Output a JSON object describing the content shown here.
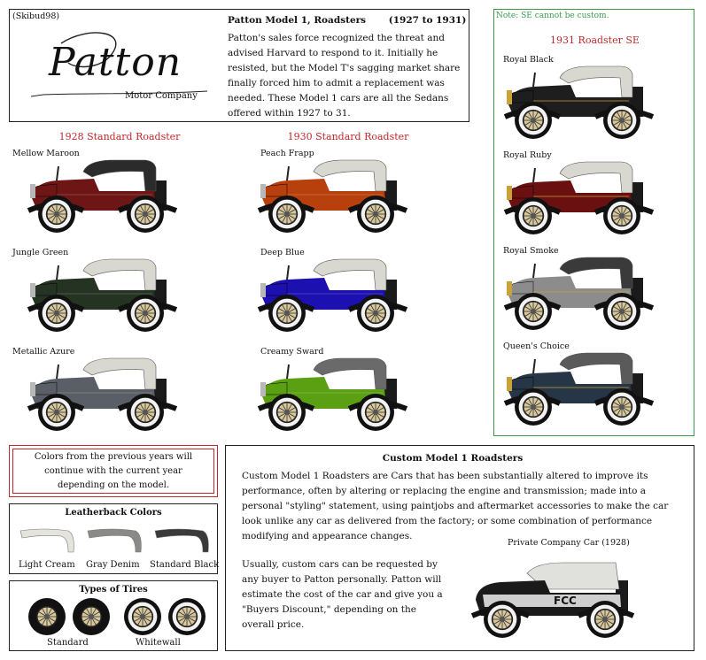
{
  "header": {
    "credit": "(Skibud98)",
    "logo_word": "Patton",
    "logo_sub": "Motor Company",
    "title": "Patton Model 1, Roadsters",
    "years": "(1927 to 1931)",
    "description": "Patton's sales force recognized the threat and advised Harvard to respond to it.  Initially he resisted, but the Model T's sagging market share finally forced him to admit a replacement was needed. These Model 1 cars are all the Sedans offered within 1927 to 31."
  },
  "sections": {
    "s1928": "1928 Standard Roadster",
    "s1930": "1930 Standard Roadster",
    "s1931": "1931 Roadster SE",
    "se_note": "Note: SE cannot be custom."
  },
  "cars1928": [
    {
      "label": "Mellow Maroon",
      "body": "#6e1616",
      "top": "#2b2b2b"
    },
    {
      "label": "Jungle Green",
      "body": "#243322",
      "top": "#d8d8d0"
    },
    {
      "label": "Metallic Azure",
      "body": "#5a5e66",
      "top": "#d8d8d0"
    }
  ],
  "cars1930": [
    {
      "label": "Peach Frapp",
      "body": "#b8400c",
      "top": "#d8d8d0"
    },
    {
      "label": "Deep Blue",
      "body": "#1c10b0",
      "top": "#d8d8d0"
    },
    {
      "label": "Creamy Sward",
      "body": "#5aa012",
      "top": "#6a6a6a"
    }
  ],
  "cars1931": [
    {
      "label": "Royal Black",
      "body": "#1e1e1e",
      "top": "#d8d8d0"
    },
    {
      "label": "Royal Ruby",
      "body": "#6a1010",
      "top": "#d8d8d0"
    },
    {
      "label": "Royal Smoke",
      "body": "#8c8c8c",
      "top": "#3a3a3a"
    },
    {
      "label": "Queen's Choice",
      "body": "#263646",
      "top": "#5a5a5a"
    }
  ],
  "notice": "Colors from the previous years will continue with the current year depending on the model.",
  "leatherback": {
    "title": "Leatherback Colors",
    "items": [
      {
        "label": "Light Cream",
        "color": "#e4e4dc"
      },
      {
        "label": "Gray Denim",
        "color": "#8a8a88"
      },
      {
        "label": "Standard Black",
        "color": "#3a3a3a"
      }
    ]
  },
  "tires": {
    "title": "Types of Tires",
    "standard": "Standard",
    "whitewall": "Whitewall"
  },
  "custom": {
    "title": "Custom Model 1 Roadsters",
    "para1": "Custom Model 1 Roadsters  are Cars that has been substantially altered to improve its performance, often by altering or replacing the engine and transmission; made into a personal \"styling\" statement, using paintjobs and aftermarket accessories to make the car look unlike any car as delivered from the factory; or some combination of performance modifying and appearance changes.",
    "para2": "Usually, custom cars can be requested by any buyer to Patton personally.  Patton will estimate the cost of the car and give you a \"Buyers Discount,\" depending on the overall price.",
    "private_label": "Private Company Car (1928)",
    "private_text": "FCC"
  },
  "colors": {
    "accent_red": "#c0282d",
    "se_border": "#3a9a4a"
  }
}
